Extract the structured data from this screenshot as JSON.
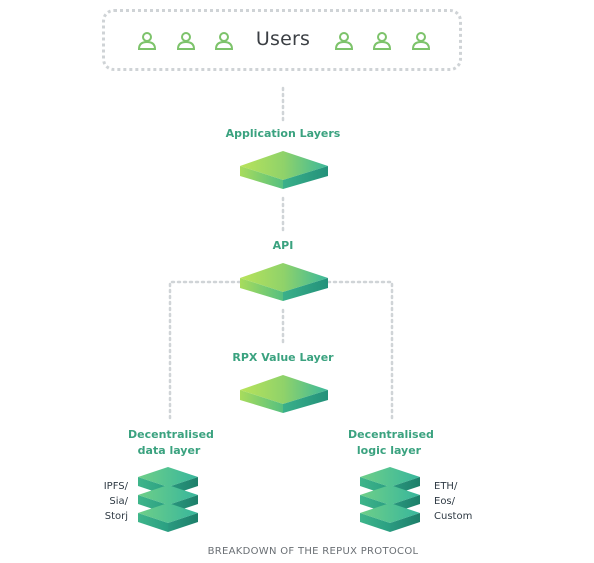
{
  "title": "Users",
  "layers": {
    "application": "Application Layers",
    "api": "API",
    "value": "RPX Value Layer",
    "data": "Decentralised data layer",
    "logic": "Decentralised logic layer"
  },
  "data_sources": "IPFS/\nSia/\nStorj",
  "logic_platforms": "ETH/\nEos/\nCustom",
  "caption": "BREAKDOWN OF THE REPUX PROTOCOL",
  "colors": {
    "accent": "#3aa27f",
    "user_icon": "#7dc36b",
    "block_top_light": "#b6e15d",
    "block_side_dark": "#2a9a7d",
    "connector": "#d0d4d7"
  },
  "icons": [
    "user-icon",
    "user-icon",
    "user-icon",
    "user-icon",
    "user-icon",
    "user-icon"
  ]
}
